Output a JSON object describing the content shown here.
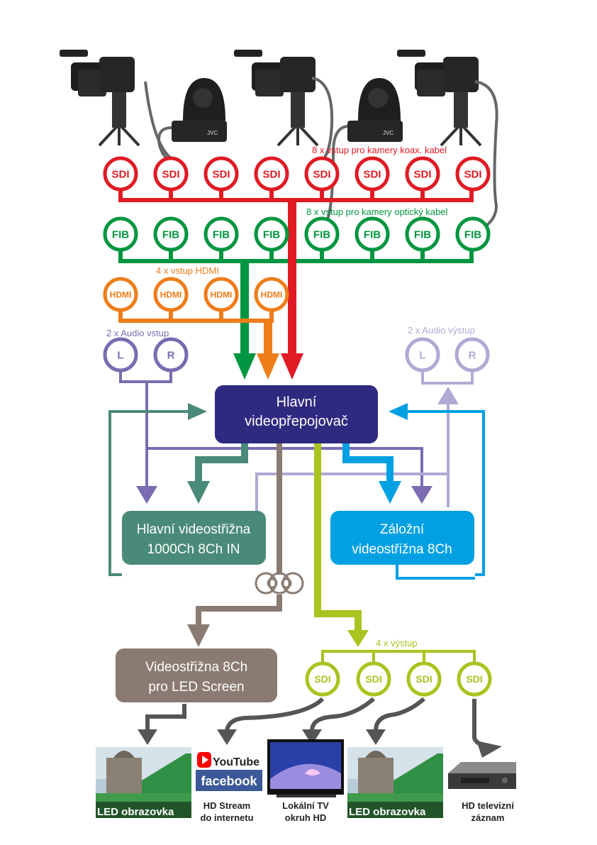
{
  "colors": {
    "sdi_in": "#e01b24",
    "fib": "#009640",
    "hdmi": "#ee7d1a",
    "audio_in": "#7b6bb1",
    "audio_out": "#b2a8d4",
    "main_switcher": "#2e2a80",
    "teal": "#4a8a78",
    "cyan": "#00a0e3",
    "brown": "#8a7b72",
    "lime": "#a8c41f",
    "gray_arrow": "#555555"
  },
  "sdi_inputs": {
    "label": "8 x vstup pro kamery koax. kabel",
    "ports": [
      "SDI",
      "SDI",
      "SDI",
      "SDI",
      "SDI",
      "SDI",
      "SDI",
      "SDI"
    ]
  },
  "fib_inputs": {
    "label": "8 x vstup pro kamery optický kabel",
    "ports": [
      "FIB",
      "FIB",
      "FIB",
      "FIB",
      "FIB",
      "FIB",
      "FIB",
      "FIB"
    ]
  },
  "hdmi_inputs": {
    "label": "4 x vstup HDMI",
    "ports": [
      "HDMI",
      "HDMI",
      "HDMI",
      "HDMI"
    ]
  },
  "audio_in": {
    "label": "2 x Audio vstup",
    "ports": [
      "L",
      "R"
    ]
  },
  "audio_out": {
    "label": "2 x Audio výstup",
    "ports": [
      "L",
      "R"
    ]
  },
  "boxes": {
    "main_switcher": {
      "line1": "Hlavní",
      "line2": "videopřepojovač"
    },
    "main_mixer": {
      "line1": "Hlavní videostřižna",
      "line2": "1000Ch 8Ch IN"
    },
    "backup_mixer": {
      "line1": "Záložní",
      "line2": "videostřižna 8Ch"
    },
    "led_mixer": {
      "line1": "Videostřižna 8Ch",
      "line2": "pro LED Screen"
    }
  },
  "sdi_outputs": {
    "label": "4 x výstup",
    "ports": [
      "SDI",
      "SDI",
      "SDI",
      "SDI"
    ]
  },
  "destinations": {
    "led1": "LED obrazovka",
    "stream_line1": "HD Stream",
    "stream_line2": "do internetu",
    "youtube": "YouTube",
    "facebook": "facebook",
    "tv_line1": "Lokální TV",
    "tv_line2": "okruh HD",
    "led2": "LED obrazovka",
    "rec_line1": "HD televizní",
    "rec_line2": "záznam",
    "camera_brand": "JVC"
  }
}
